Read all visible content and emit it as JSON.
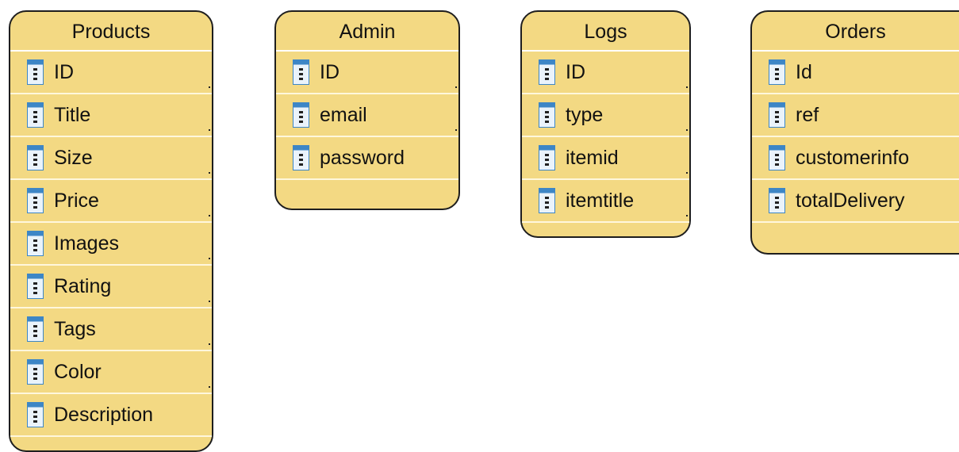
{
  "entities": [
    {
      "title": "Products",
      "attributes": [
        "ID",
        "Title",
        "Size",
        "Price",
        "Images",
        "Rating",
        "Tags",
        "Color",
        "Description"
      ]
    },
    {
      "title": "Admin",
      "attributes": [
        "ID",
        "email",
        "password"
      ]
    },
    {
      "title": "Logs",
      "attributes": [
        "ID",
        "type",
        "itemid",
        "itemtitle"
      ]
    },
    {
      "title": "Orders",
      "attributes": [
        "Id",
        "ref",
        "customerinfo",
        "totalDelivery"
      ]
    }
  ],
  "icons": {
    "attribute": "column-icon"
  },
  "colors": {
    "entity_fill": "#f3d983",
    "entity_border": "#1e1e1e",
    "icon_blue": "#3d86c6"
  }
}
